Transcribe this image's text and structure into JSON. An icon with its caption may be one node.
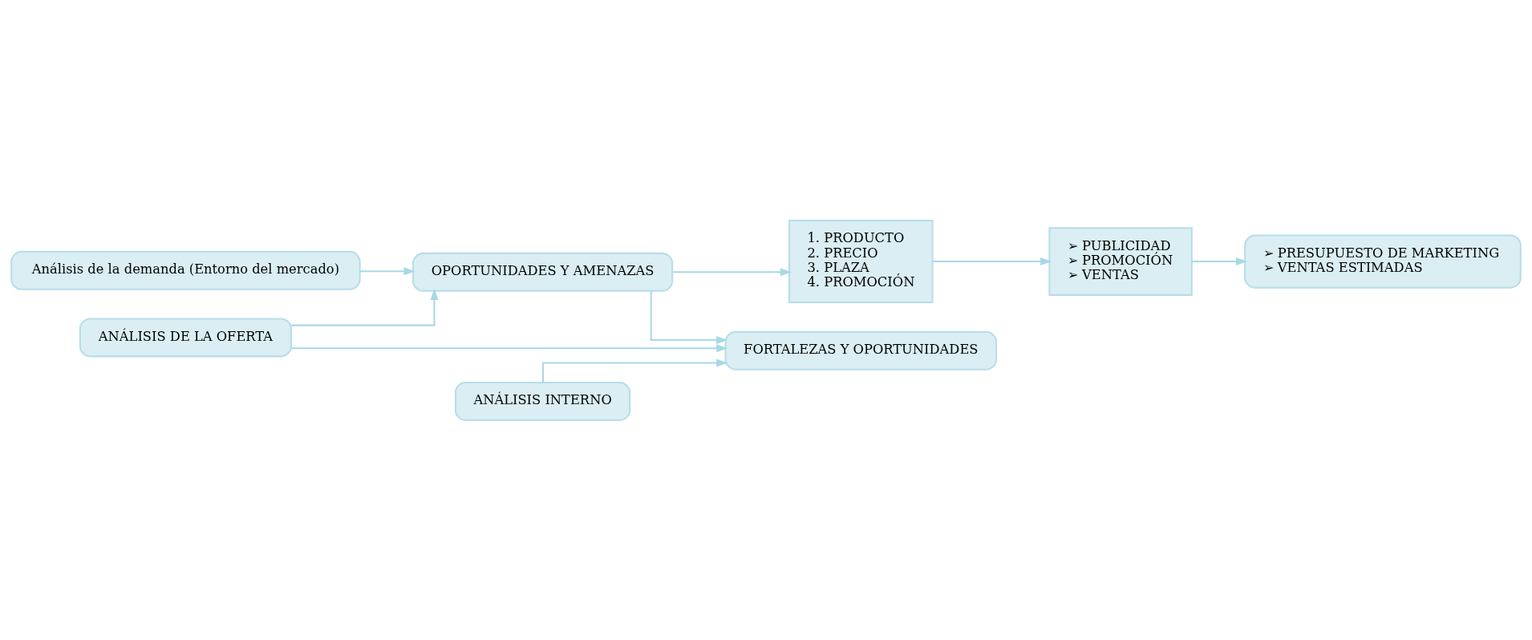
{
  "diagram": {
    "nodes": [
      {
        "text": [
          "Análisis de la demanda (Entorno del mercado)"
        ]
      },
      {
        "text": [
          "OPORTUNIDADES Y AMENAZAS"
        ]
      },
      {
        "text": [
          "ANÁLISIS DE LA OFERTA"
        ]
      },
      {
        "text": [
          "1. PRODUCTO",
          "2. PRECIO",
          "3. PLAZA",
          "4. PROMOCIÓN"
        ]
      },
      {
        "text": [
          "➢ PUBLICIDAD",
          "➢ PROMOCIÓN",
          "➢ VENTAS"
        ]
      },
      {
        "text": [
          "FORTALEZAS Y OPORTUNIDADES"
        ]
      },
      {
        "text": [
          "ANÁLISIS INTERNO"
        ]
      },
      {
        "text": [
          "➢ PRESUPUESTO DE MARKETING",
          "➢ VENTAS ESTIMADAS"
        ]
      }
    ],
    "edges": [
      {
        "from": 0,
        "to": 1,
        "arrow": "to"
      },
      {
        "from": 2,
        "to": 1,
        "arrow": "to"
      },
      {
        "from": 2,
        "to": 5,
        "arrow": "to"
      },
      {
        "from": 6,
        "to": 5,
        "arrow": "to"
      },
      {
        "from": 1,
        "to": 5,
        "arrow": "to"
      },
      {
        "from": 1,
        "to": 3,
        "arrow": "to"
      },
      {
        "from": 3,
        "to": 4,
        "arrow": "to"
      },
      {
        "from": 4,
        "to": 7,
        "arrow": "to"
      }
    ]
  }
}
